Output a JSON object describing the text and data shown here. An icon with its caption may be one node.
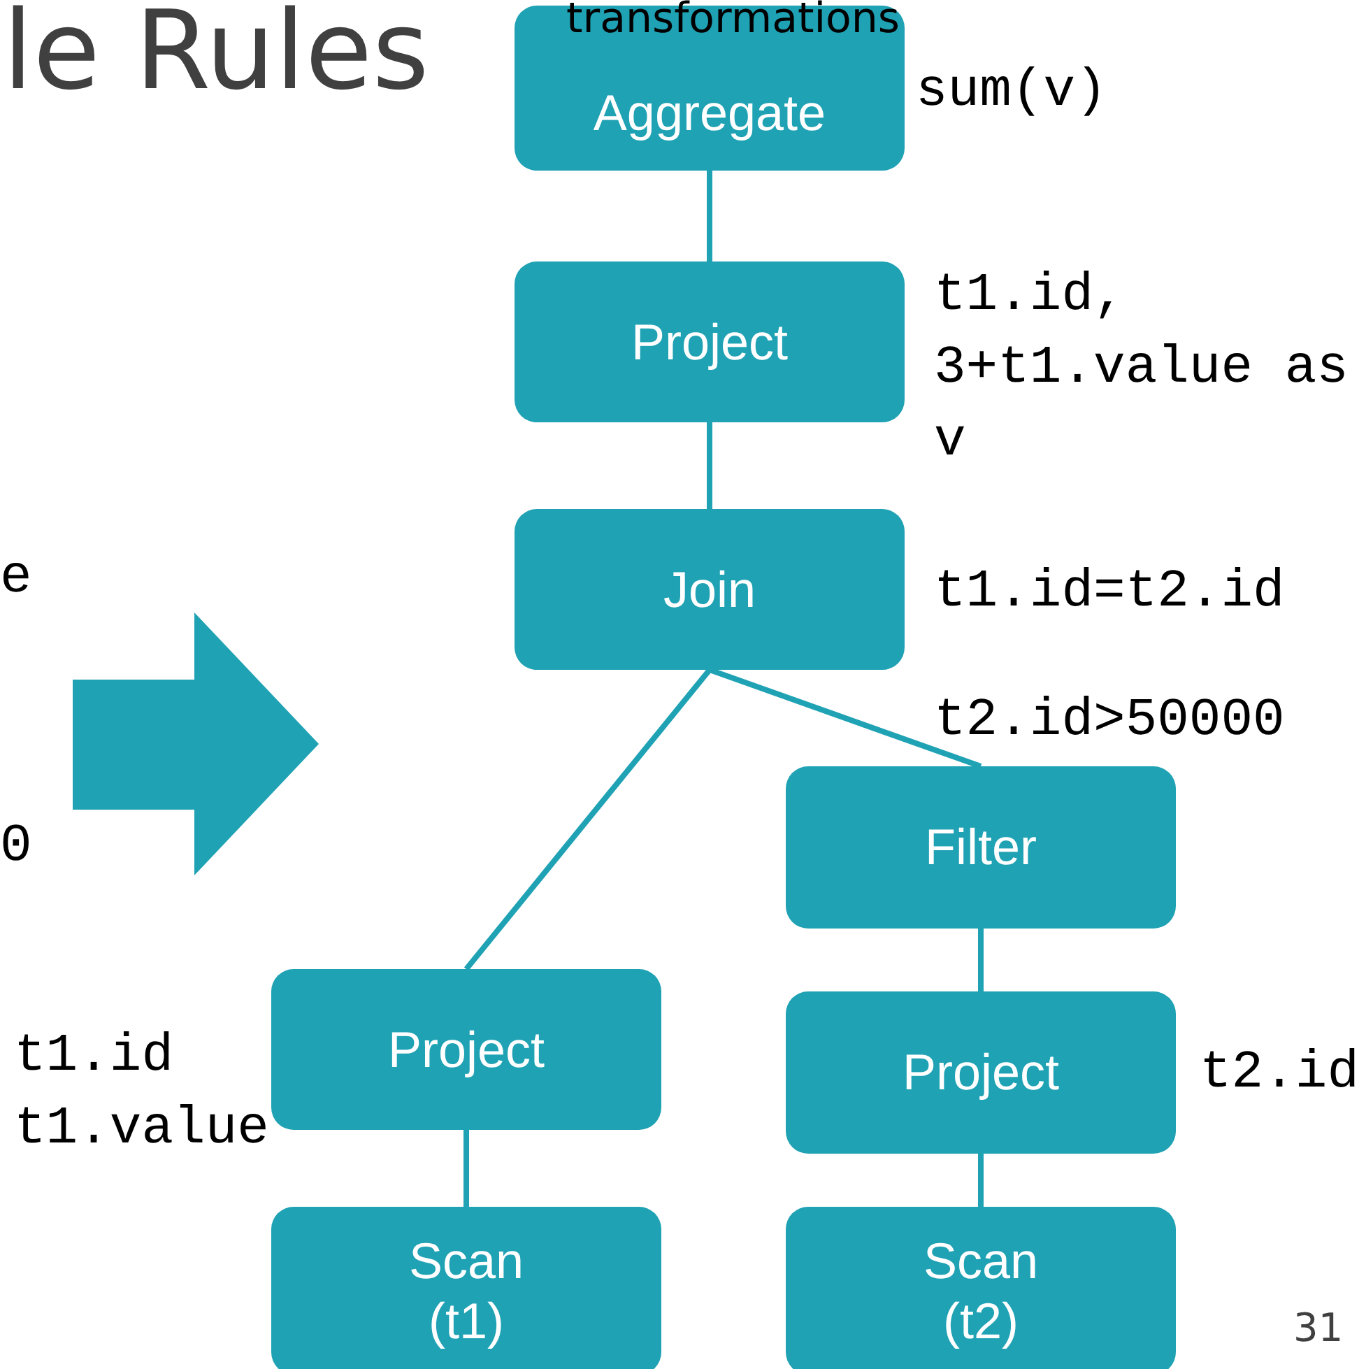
{
  "diagram": {
    "title": "le Rules",
    "nodes": [
      {
        "text": [
          "Aggregate"
        ],
        "beside": [
          "sum(v)"
        ]
      },
      {
        "text": [
          "Project"
        ],
        "beside": [
          "t1.id, 3+t1.value as v"
        ]
      },
      {
        "text": [
          "Join"
        ],
        "beside": [
          "t1.id=t2.id"
        ]
      },
      {
        "text": [
          "Filter"
        ],
        "beside": [
          "t2.id>50000"
        ]
      },
      {
        "text": [
          "Project"
        ],
        "beside": [
          "t1.id t1.value"
        ]
      },
      {
        "text": [
          "Project"
        ],
        "beside": [
          "t2.id"
        ]
      },
      {
        "text": [
          "Scan (t1)"
        ]
      },
      {
        "text": [
          "Scan (t2)"
        ]
      }
    ],
    "edges": [
      {
        "from": 0,
        "to": 1,
        "arrow": "none"
      },
      {
        "from": 1,
        "to": 2,
        "arrow": "none"
      },
      {
        "from": 2,
        "to": 4,
        "arrow": "none"
      },
      {
        "from": 2,
        "to": 3,
        "arrow": "none"
      },
      {
        "from": 3,
        "to": 5,
        "arrow": "none"
      },
      {
        "from": 4,
        "to": 6,
        "arrow": "none"
      },
      {
        "from": 5,
        "to": 7,
        "arrow": "none"
      }
    ],
    "labels": [
      "transformations",
      "e",
      "0",
      "31"
    ]
  }
}
